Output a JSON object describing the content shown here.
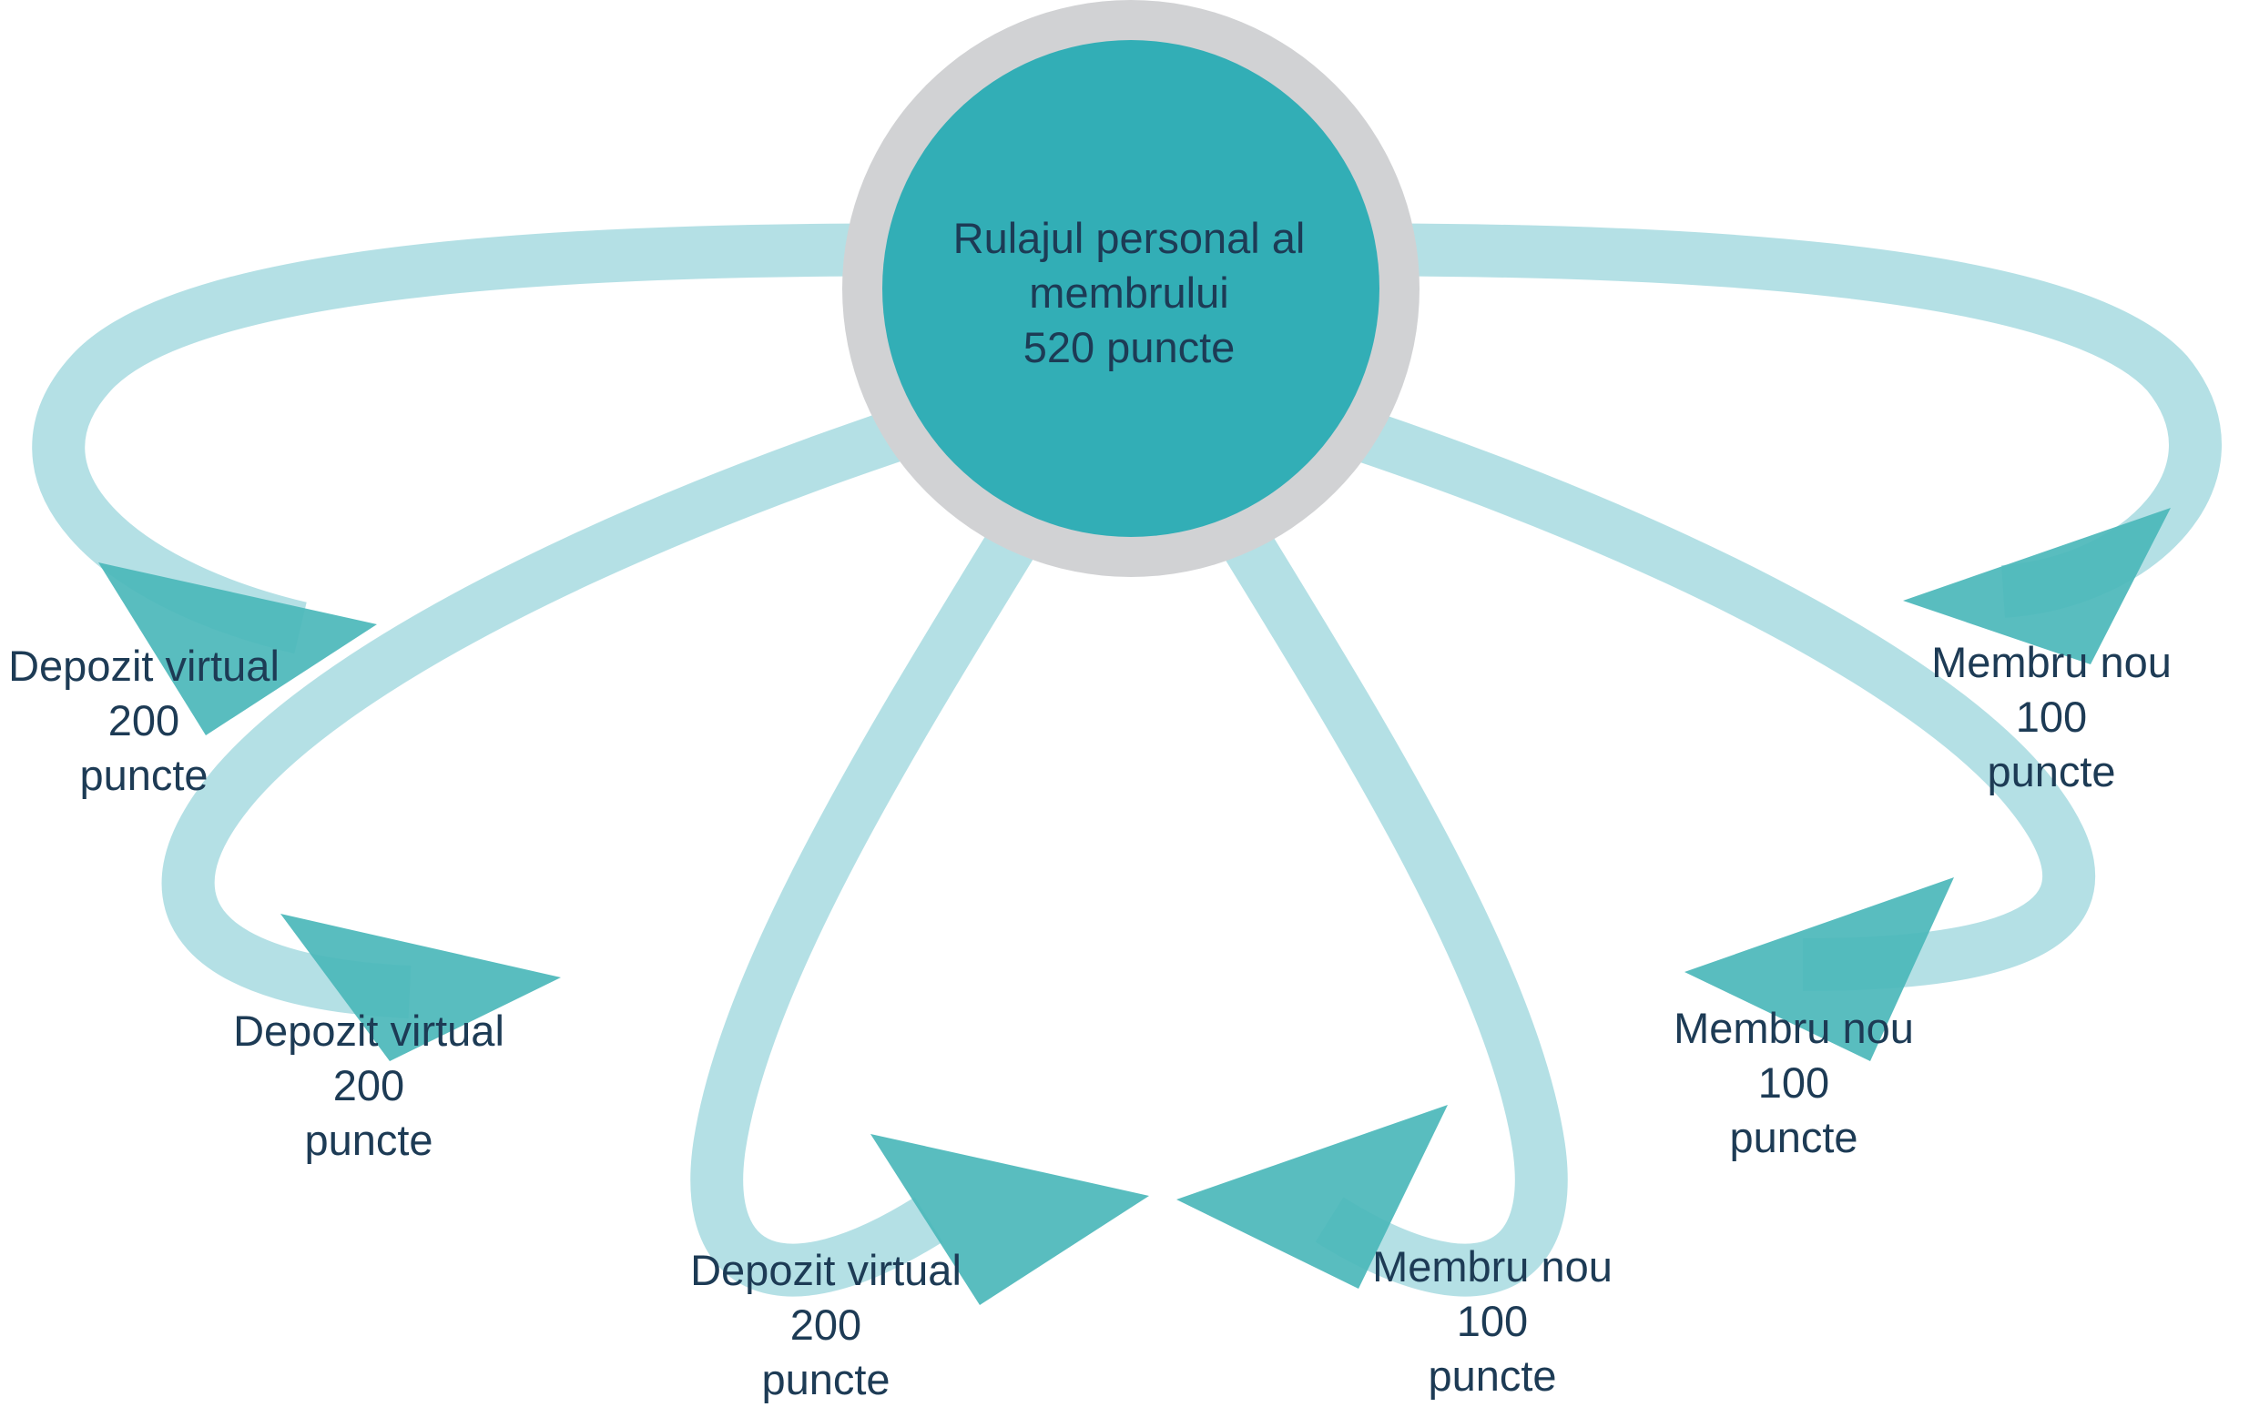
{
  "colors": {
    "loop": "#a7dbe1",
    "arrow": "#4bb7ba",
    "hub_fill": "#32aeb6",
    "hub_ring": "#d1d2d4",
    "text": "#1d3b55"
  },
  "center": {
    "line1": "Rulajul personal al",
    "line2": "membrului",
    "line3": "520 puncte"
  },
  "nodes": [
    {
      "line1": "Depozit virtual",
      "line2": "200",
      "line3": "puncte"
    },
    {
      "line1": "Depozit virtual",
      "line2": "200",
      "line3": "puncte"
    },
    {
      "line1": "Depozit virtual",
      "line2": "200",
      "line3": "puncte"
    },
    {
      "line1": "Membru nou",
      "line2": "100",
      "line3": "puncte"
    },
    {
      "line1": "Membru nou",
      "line2": "100",
      "line3": "puncte"
    },
    {
      "line1": "Membru nou",
      "line2": "100",
      "line3": "puncte"
    }
  ]
}
